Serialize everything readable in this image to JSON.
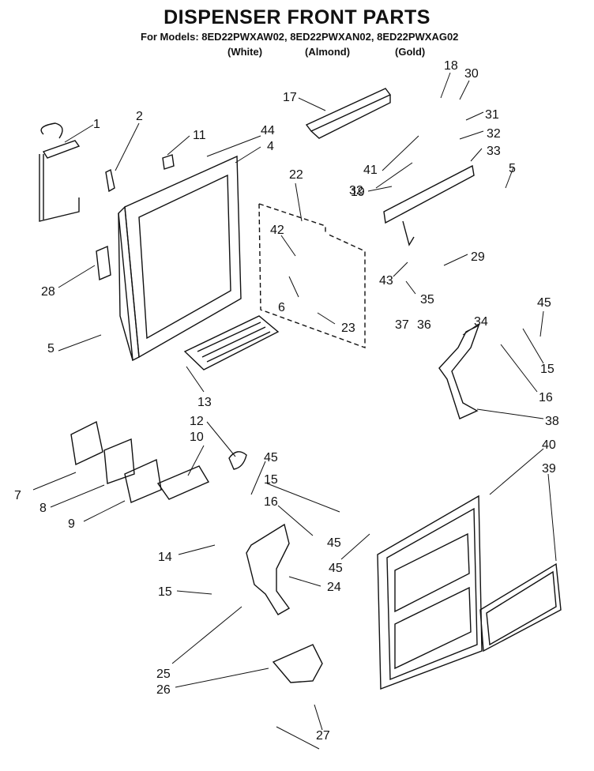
{
  "title": "DISPENSER FRONT PARTS",
  "models_line": "For Models: 8ED22PWXAW02, 8ED22PWXAN02, 8ED22PWXAG02",
  "colors": [
    "(White)",
    "(Almond)",
    "(Gold)"
  ],
  "callouts": [
    "1",
    "2",
    "11",
    "44",
    "4",
    "17",
    "18",
    "30",
    "31",
    "32",
    "33",
    "41",
    "32",
    "5",
    "19",
    "22",
    "42",
    "43",
    "35",
    "37",
    "36",
    "29",
    "28",
    "6",
    "23",
    "5",
    "13",
    "34",
    "45",
    "15",
    "16",
    "38",
    "12",
    "10",
    "45",
    "15",
    "16",
    "7",
    "8",
    "9",
    "14",
    "45",
    "40",
    "39",
    "24",
    "15",
    "45",
    "25",
    "26",
    "27"
  ],
  "line_color": "#111111"
}
